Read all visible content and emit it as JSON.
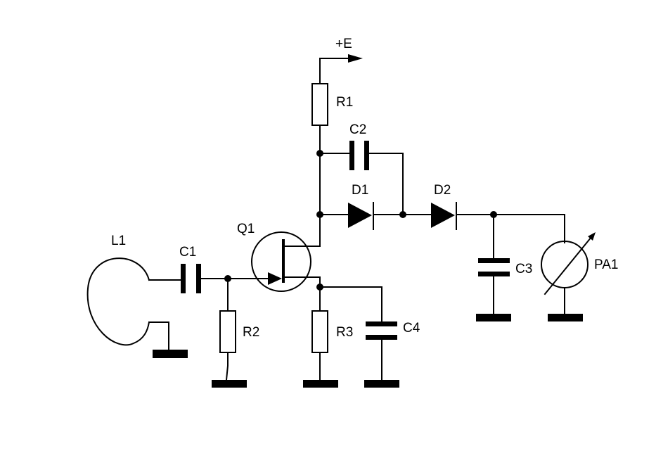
{
  "diagram": {
    "supply_label": "+E",
    "components": {
      "L1": "L1",
      "C1": "C1",
      "R2": "R2",
      "Q1": "Q1",
      "R1": "R1",
      "C2": "C2",
      "D1": "D1",
      "D2": "D2",
      "R3": "R3",
      "C4": "C4",
      "C3": "C3",
      "PA1": "PA1"
    }
  }
}
